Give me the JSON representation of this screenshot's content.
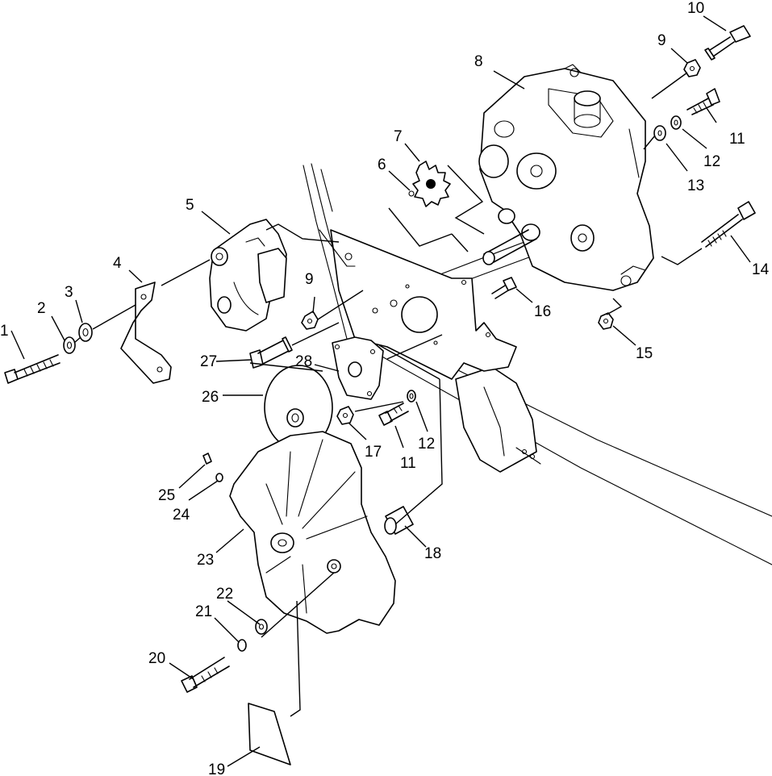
{
  "diagram": {
    "callouts": [
      {
        "id": "1",
        "text": "1"
      },
      {
        "id": "2",
        "text": "2"
      },
      {
        "id": "3",
        "text": "3"
      },
      {
        "id": "4",
        "text": "4"
      },
      {
        "id": "5",
        "text": "5"
      },
      {
        "id": "6",
        "text": "6"
      },
      {
        "id": "7",
        "text": "7"
      },
      {
        "id": "8",
        "text": "8"
      },
      {
        "id": "9a",
        "text": "9"
      },
      {
        "id": "9b",
        "text": "9"
      },
      {
        "id": "10",
        "text": "10"
      },
      {
        "id": "11a",
        "text": "11"
      },
      {
        "id": "11b",
        "text": "11"
      },
      {
        "id": "12a",
        "text": "12"
      },
      {
        "id": "12b",
        "text": "12"
      },
      {
        "id": "13",
        "text": "13"
      },
      {
        "id": "14",
        "text": "14"
      },
      {
        "id": "15",
        "text": "15"
      },
      {
        "id": "16",
        "text": "16"
      },
      {
        "id": "17",
        "text": "17"
      },
      {
        "id": "18",
        "text": "18"
      },
      {
        "id": "19",
        "text": "19"
      },
      {
        "id": "20",
        "text": "20"
      },
      {
        "id": "21",
        "text": "21"
      },
      {
        "id": "22",
        "text": "22"
      },
      {
        "id": "23",
        "text": "23"
      },
      {
        "id": "24",
        "text": "24"
      },
      {
        "id": "25",
        "text": "25"
      },
      {
        "id": "26",
        "text": "26"
      },
      {
        "id": "27",
        "text": "27"
      },
      {
        "id": "28",
        "text": "28"
      }
    ]
  }
}
